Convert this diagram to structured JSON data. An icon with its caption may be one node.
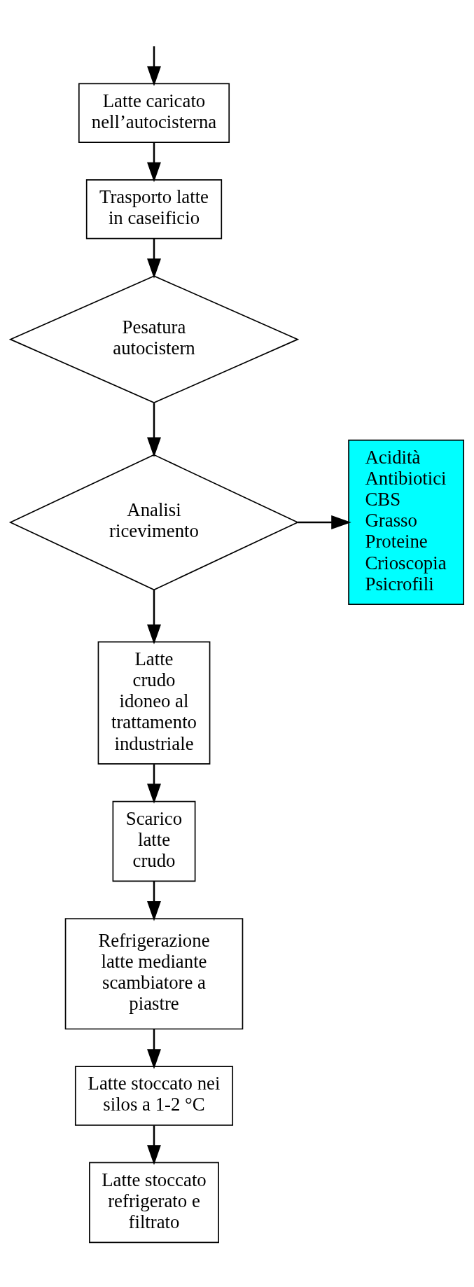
{
  "diagram": {
    "nodes": [
      {
        "text": [
          "Latte caricato nell’autocisterna"
        ]
      },
      {
        "text": [
          "Trasporto latte in caseificio"
        ]
      },
      {
        "text": [
          "Pesatura autocistern"
        ]
      },
      {
        "text": [
          "Analisi ricevimento"
        ]
      },
      {
        "text": [
          "Acidità",
          "Antibiotici",
          "CBS",
          "Grasso",
          "Proteine",
          "Crioscopia",
          "Psicrofili"
        ]
      },
      {
        "text": [
          "Latte crudo idoneo al trattamento industriale"
        ]
      },
      {
        "text": [
          "Scarico latte crudo"
        ]
      },
      {
        "text": [
          "Refrigerazione latte mediante scambiatore a piastre"
        ]
      },
      {
        "text": [
          "Latte stoccato nei silos a 1-2 °C"
        ]
      },
      {
        "text": [
          "Latte stoccato refrigerato e filtrato"
        ]
      }
    ],
    "edges": [
      {
        "from": null,
        "to": 0,
        "arrow": "to"
      },
      {
        "from": 0,
        "to": 1,
        "arrow": "to"
      },
      {
        "from": 1,
        "to": 2,
        "arrow": "to"
      },
      {
        "from": 2,
        "to": 3,
        "arrow": "to"
      },
      {
        "from": 3,
        "to": 4,
        "arrow": "to"
      },
      {
        "from": 3,
        "to": 5,
        "arrow": "to"
      },
      {
        "from": 5,
        "to": 6,
        "arrow": "to"
      },
      {
        "from": 6,
        "to": 7,
        "arrow": "to"
      },
      {
        "from": 7,
        "to": 8,
        "arrow": "to"
      },
      {
        "from": 8,
        "to": 9,
        "arrow": "to"
      }
    ]
  }
}
